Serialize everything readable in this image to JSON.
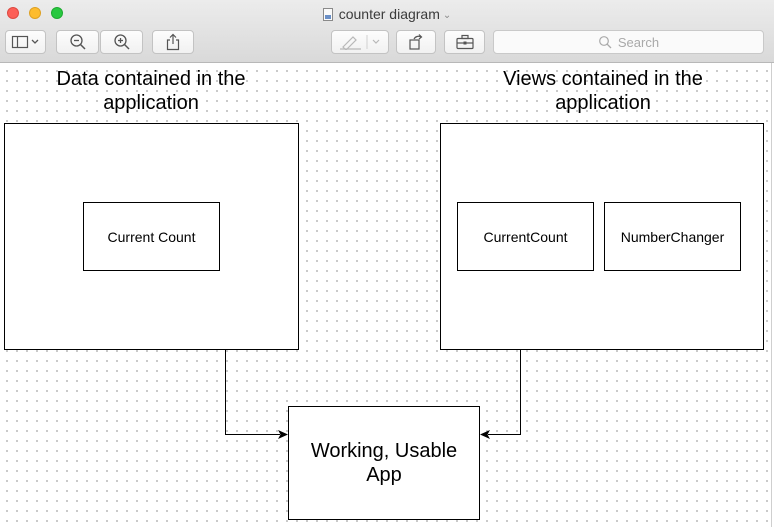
{
  "window": {
    "title": "counter diagram"
  },
  "toolbar": {
    "search_placeholder": "Search",
    "icons": [
      "sidebar-icon",
      "zoom-out-icon",
      "zoom-in-icon",
      "share-icon",
      "markup-pen-icon",
      "rotate-icon",
      "toolbox-icon",
      "search-icon"
    ]
  },
  "diagram": {
    "data_heading": "Data contained in the\napplication",
    "views_heading": "Views contained in the\napplication",
    "data_items": [
      "Current Count"
    ],
    "view_items": [
      "CurrentCount",
      "NumberChanger"
    ],
    "app_label": "Working, Usable\nApp"
  },
  "colors": {
    "close": "#fc5f57",
    "minimize": "#fdbc2e",
    "maximize": "#28c840",
    "canvas_dots": "#b9b9b9",
    "stroke": "#000000"
  }
}
